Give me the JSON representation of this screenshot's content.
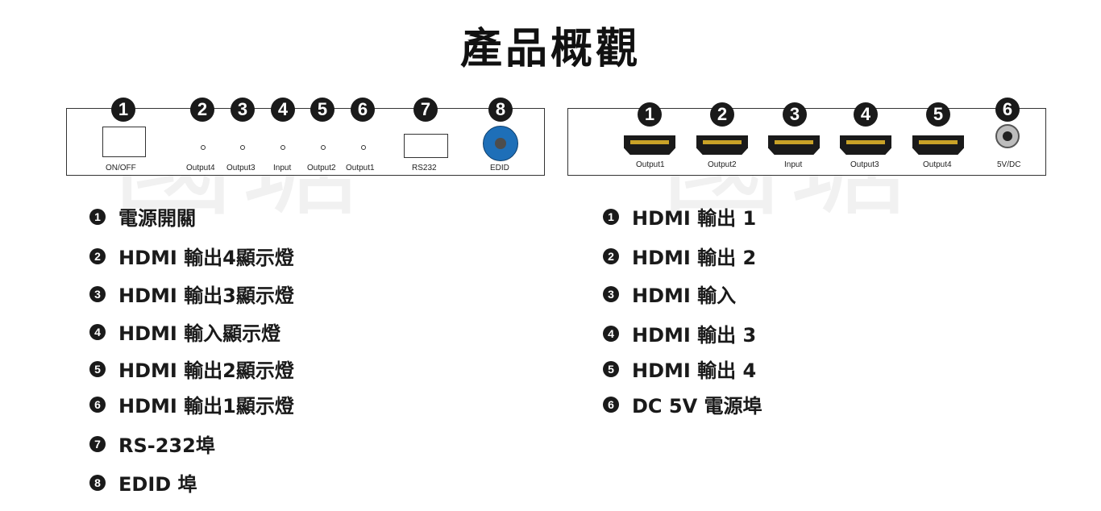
{
  "title": "產品概觀",
  "watermark": "國瑭",
  "left_panel": {
    "markers": [
      "1",
      "2",
      "3",
      "4",
      "5",
      "6",
      "7",
      "8"
    ],
    "labels": [
      "ON/OFF",
      "Output4",
      "Output3",
      "Input",
      "Output2",
      "Output1",
      "RS232",
      "EDID"
    ]
  },
  "right_panel": {
    "markers": [
      "1",
      "2",
      "3",
      "4",
      "5",
      "6"
    ],
    "labels": [
      "Output1",
      "Output2",
      "Input",
      "Output3",
      "Output4",
      "5V/DC"
    ]
  },
  "left_list": [
    {
      "num": "1",
      "text": "電源開關"
    },
    {
      "num": "2",
      "text": "HDMI 輸出4顯示燈"
    },
    {
      "num": "3",
      "text": "HDMI 輸出3顯示燈"
    },
    {
      "num": "4",
      "text": "HDMI 輸入顯示燈"
    },
    {
      "num": "5",
      "text": "HDMI 輸出2顯示燈"
    },
    {
      "num": "6",
      "text": "HDMI 輸出1顯示燈"
    },
    {
      "num": "7",
      "text": "RS-232埠"
    },
    {
      "num": "8",
      "text": "EDID 埠"
    }
  ],
  "right_list": [
    {
      "num": "1",
      "text": "HDMI 輸出 1"
    },
    {
      "num": "2",
      "text": "HDMI 輸出 2"
    },
    {
      "num": "3",
      "text": "HDMI 輸入"
    },
    {
      "num": "4",
      "text": "HDMI 輸出 3"
    },
    {
      "num": "5",
      "text": "HDMI 輸出 4"
    },
    {
      "num": "6",
      "text": "DC 5V 電源埠"
    }
  ]
}
